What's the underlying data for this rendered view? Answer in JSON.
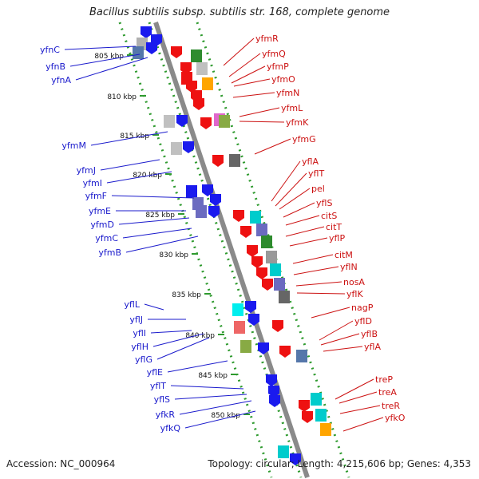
{
  "title": "Bacillus subtilis subsp. subtilis str. 168, complete genome",
  "footer": {
    "accession": "Accession: NC_000964",
    "summary": "Topology: circular; Length: 4,215,606 bp; Genes: 4,353"
  },
  "colors": {
    "backbone": "#8a8a8a",
    "dots": "#2e9a2e",
    "ticks": "#2e9a2e",
    "left_labels": "#1a1acc",
    "right_labels": "#cc1111",
    "forward_genes": "#1a1aee",
    "reverse_genes": "#ee1111"
  },
  "kbp_ticks": [
    "805 kbp",
    "810 kbp",
    "815 kbp",
    "820 kbp",
    "825 kbp",
    "830 kbp",
    "835 kbp",
    "840 kbp",
    "845 kbp",
    "850 kbp"
  ],
  "left_labels": [
    "yfnC",
    "yfnB",
    "yfnA",
    "yfmM",
    "yfmJ",
    "yfmI",
    "yfmF",
    "yfmE",
    "yfmD",
    "yfmC",
    "yfmB",
    "yflL",
    "yflJ",
    "yflI",
    "yflH",
    "yflG",
    "yflE",
    "yflT",
    "yflS",
    "yfkR",
    "yfkQ"
  ],
  "right_labels": [
    "yfmR",
    "yfmQ",
    "yfmP",
    "yfmO",
    "yfmN",
    "yfmL",
    "yfmK",
    "yfmG",
    "yflA",
    "yflT",
    "pel",
    "yflS",
    "citS",
    "citT",
    "yflP",
    "citM",
    "yflN",
    "nosA",
    "yflK",
    "nagP",
    "yflD",
    "yflB",
    "yflA",
    "treP",
    "treA",
    "treR",
    "yfkO"
  ]
}
